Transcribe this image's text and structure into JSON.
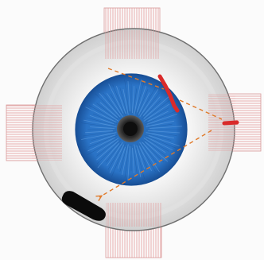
{
  "figure": {
    "labels": [],
    "colors": {
      "background": "#fbfbfb",
      "sclera": "#f1f1f1",
      "sclera_shade": "#c9c9c9",
      "outline": "#6f6f6f",
      "muscle_hatch": "#e29a9a",
      "muscle_outline": "#d58f8f",
      "iris": "#2a73c6",
      "iris_dark": "#184f96",
      "iris_fiber": "#6aa6e6",
      "pupil": "#3a3a3a",
      "pupil_core": "#0e0e0e",
      "marker_red": "#d92a2a",
      "arrow_orange": "#e07a2a",
      "black_mark": "#0b0b0b"
    },
    "parts": [
      "sclera",
      "iris",
      "pupil",
      "muscle-top",
      "muscle-bottom",
      "muscle-left",
      "muscle-right",
      "red-marks",
      "orange-arrows",
      "black-mark"
    ]
  }
}
